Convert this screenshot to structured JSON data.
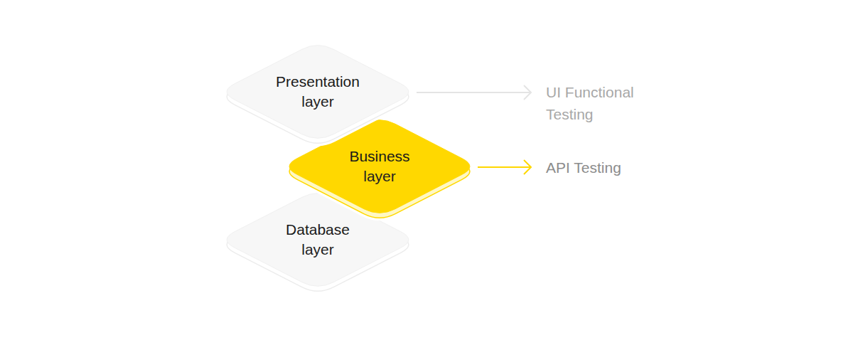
{
  "diagram": {
    "nodes": [
      {
        "text": [
          "Presentation",
          "layer"
        ]
      },
      {
        "text": [
          "Business",
          "layer"
        ]
      },
      {
        "text": [
          "Database",
          "layer"
        ]
      }
    ],
    "labels": [
      "UI Functional Testing",
      "API Testing"
    ]
  }
}
